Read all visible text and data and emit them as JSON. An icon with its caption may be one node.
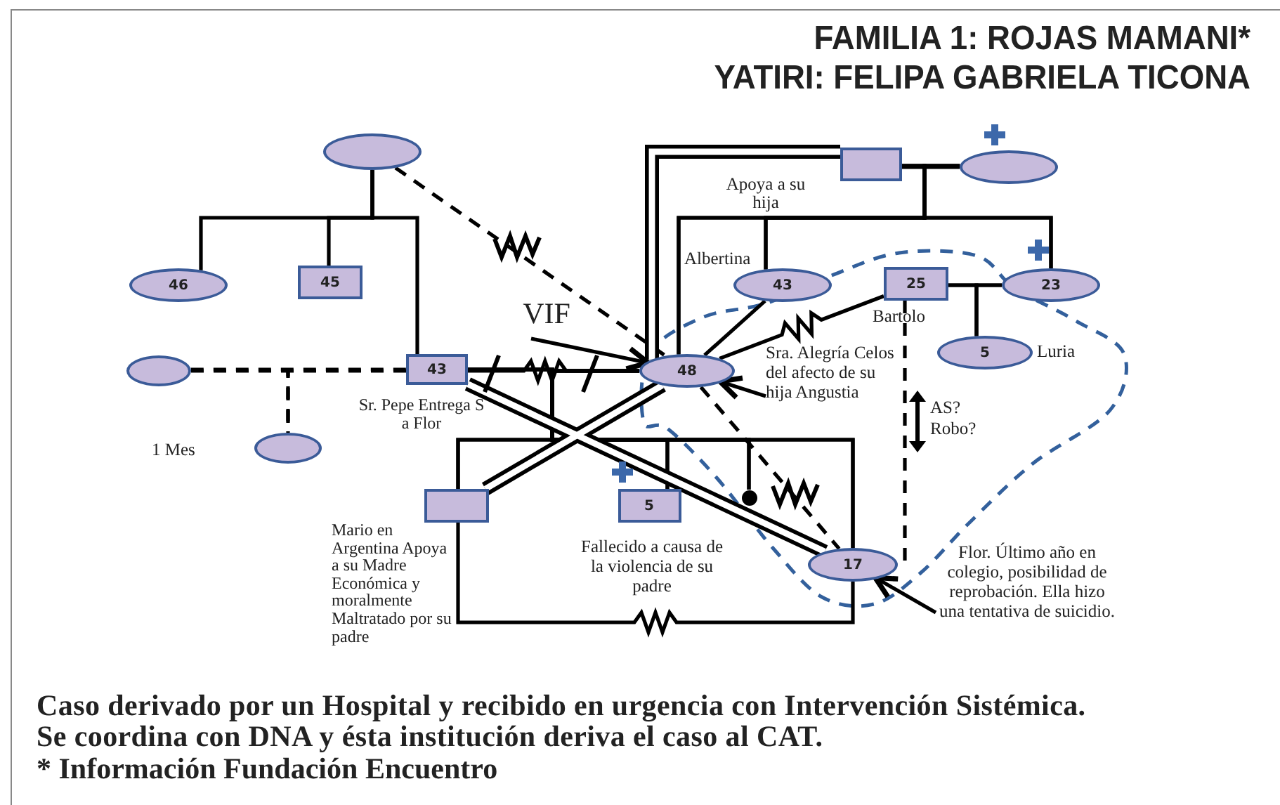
{
  "diagram": {
    "title": "FAMILIA 1: ROJAS MAMANI* YATIRI: FELIPA GABRIELA TICONA",
    "caption": "Caso derivado por un Hospital y recibido en urgencia con Intervención Sistémica. Se coordina con DNA y ésta institución deriva el caso al CAT.",
    "nodes": [
      {
        "text": [],
        "shape": "ellipse"
      },
      {
        "text": [
          "46"
        ]
      },
      {
        "text": [
          "45"
        ]
      },
      {
        "text": [
          "43"
        ],
        "beside": [
          "Sr. Pepe Entrega S a Flor"
        ]
      },
      {
        "text": [],
        "shape": "ellipse"
      },
      {
        "text": [],
        "shape": "ellipse",
        "beside": [
          "1 Mes"
        ]
      },
      {
        "text": [],
        "shape": "box"
      },
      {
        "text": [],
        "shape": "ellipse"
      },
      {
        "text": [
          "43"
        ],
        "beside": [
          "Albertina"
        ]
      },
      {
        "text": [
          "48"
        ]
      },
      {
        "text": [
          "25"
        ],
        "beside": [
          "Bartolo"
        ]
      },
      {
        "text": [
          "23"
        ]
      },
      {
        "text": [
          "5"
        ],
        "beside": [
          "Luria"
        ]
      },
      {
        "text": [],
        "shape": "box",
        "beside": [
          "Mario en Argentina Apoya a su Madre Económica y moralmente Maltratado por su padre"
        ]
      },
      {
        "text": [
          "5"
        ],
        "beside": [
          "Fallecido a causa de la violencia de su padre"
        ]
      },
      {
        "text": [
          "17"
        ]
      },
      {
        "text": [],
        "shape": "circle"
      },
      {
        "text": [
          "Sra. Alegría Celos del afecto de su hija Angustia"
        ]
      },
      {
        "text": [
          "Flor. Último año en colegio, posibilidad de reprobación. Ella hizo una tentativa de suicidio."
        ]
      }
    ],
    "edges": [
      {
        "from": 0,
        "to": 1,
        "arrow": "none"
      },
      {
        "from": 0,
        "to": 2,
        "arrow": "none"
      },
      {
        "from": 0,
        "to": 3,
        "arrow": "none"
      },
      {
        "from": 0,
        "to": 9,
        "arrow": "none",
        "style": "dashed"
      },
      {
        "from": 4,
        "to": 3,
        "arrow": "none",
        "style": "dashed"
      },
      {
        "from": 4,
        "to": 5,
        "arrow": "none",
        "style": "dashed"
      },
      {
        "from": 3,
        "to": 5,
        "arrow": "none",
        "style": "dashed"
      },
      {
        "from": 3,
        "to": 9,
        "arrow": "none"
      },
      {
        "from": 3,
        "to": 15,
        "arrow": "none",
        "style": "thick"
      },
      {
        "from": 9,
        "to": 13,
        "arrow": "none",
        "style": "thick"
      },
      {
        "from": 6,
        "to": 9,
        "arrow": "none",
        "style": "thick",
        "label": "Apoya a su hija"
      },
      {
        "from": 6,
        "to": 7,
        "arrow": "none"
      },
      {
        "from": 6,
        "to": 8,
        "arrow": "none"
      },
      {
        "from": 6,
        "to": 9,
        "arrow": "none"
      },
      {
        "from": 6,
        "to": 11,
        "arrow": "none"
      },
      {
        "from": 7,
        "to": 8,
        "arrow": "none"
      },
      {
        "from": 7,
        "to": 9,
        "arrow": "none"
      },
      {
        "from": 7,
        "to": 11,
        "arrow": "none"
      },
      {
        "from": 9,
        "to": 8,
        "arrow": "none"
      },
      {
        "from": 9,
        "to": 10,
        "arrow": "none"
      },
      {
        "from": 10,
        "to": 11,
        "arrow": "none"
      },
      {
        "from": 10,
        "to": 12,
        "arrow": "none"
      },
      {
        "from": 11,
        "to": 12,
        "arrow": "none"
      },
      {
        "from": 10,
        "to": 15,
        "arrow": "none",
        "style": "dashed"
      },
      {
        "from": 9,
        "to": 15,
        "arrow": "none",
        "style": "dashed"
      },
      {
        "from": 3,
        "to": 13,
        "arrow": "none"
      },
      {
        "from": 3,
        "to": 14,
        "arrow": "none"
      },
      {
        "from": 3,
        "to": 16,
        "arrow": "none"
      },
      {
        "from": 3,
        "to": 15,
        "arrow": "none"
      },
      {
        "from": 9,
        "to": 13,
        "arrow": "none"
      },
      {
        "from": 9,
        "to": 14,
        "arrow": "none"
      },
      {
        "from": 9,
        "to": 16,
        "arrow": "none"
      },
      {
        "from": 9,
        "to": 15,
        "arrow": "none"
      },
      {
        "from": 13,
        "to": 15,
        "arrow": "none"
      },
      {
        "from": null,
        "to": 9,
        "arrow": "to",
        "label": "VIF"
      },
      {
        "from": 17,
        "to": 9,
        "arrow": "to"
      },
      {
        "from": 18,
        "to": 15,
        "arrow": "to"
      }
    ],
    "labels": [
      "AS? Robo?",
      "* Información Fundación Encuentro"
    ]
  }
}
